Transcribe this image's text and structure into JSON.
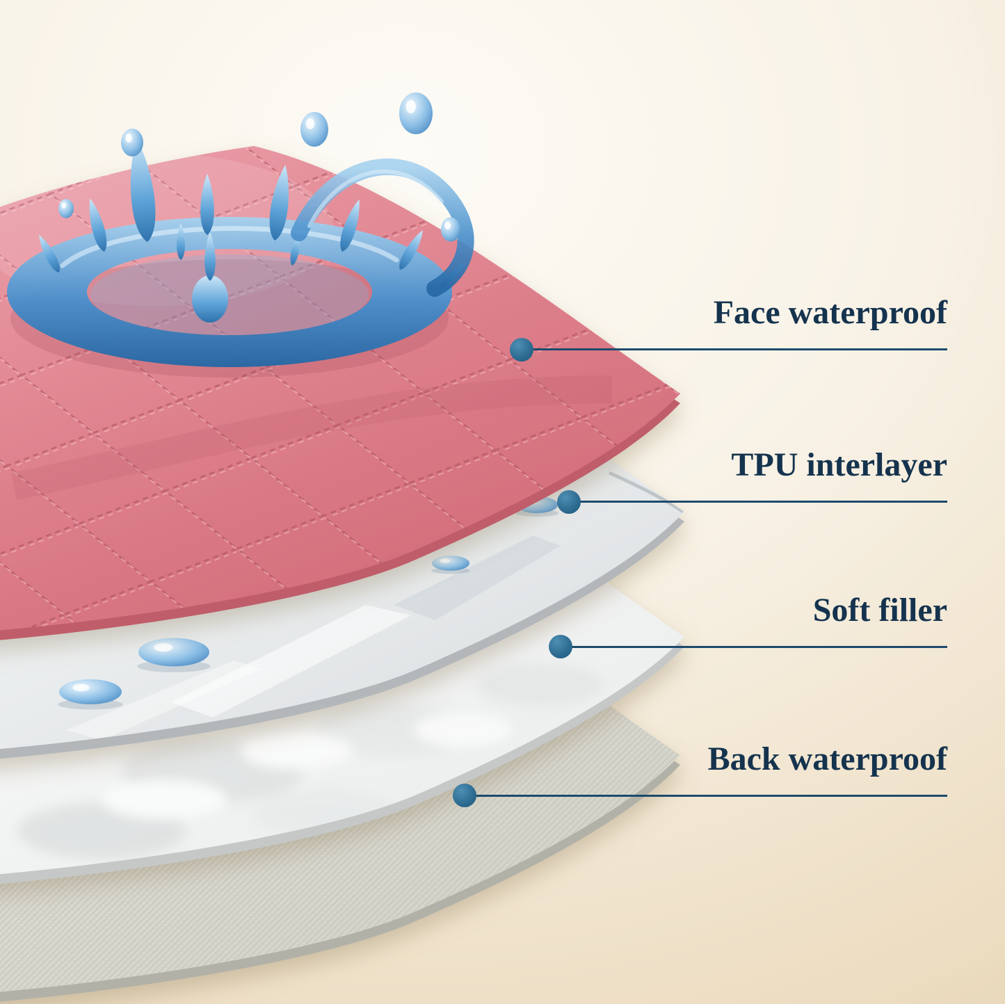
{
  "diagram": {
    "type": "product-layer-callout",
    "subject": "waterproof quilted pad exploded layers",
    "labels": [
      {
        "id": "face",
        "text": "Face waterproof"
      },
      {
        "id": "tpu",
        "text": "TPU interlayer"
      },
      {
        "id": "filler",
        "text": "Soft filler"
      },
      {
        "id": "back",
        "text": "Back waterproof"
      }
    ]
  },
  "colors": {
    "background_center": "#fdfbf6",
    "background_edge": "#e5d2b2",
    "label_text": "#15334e",
    "callout_line": "#1d4a6c",
    "callout_dot": "#2c6a90",
    "face_layer": "#dd7f8b",
    "face_layer_edge": "#bf5d6b",
    "tpu_layer": "#eef1f2",
    "filler_layer": "#ffffff",
    "back_layer": "#d9d8ce",
    "water": "#4a90cc"
  }
}
